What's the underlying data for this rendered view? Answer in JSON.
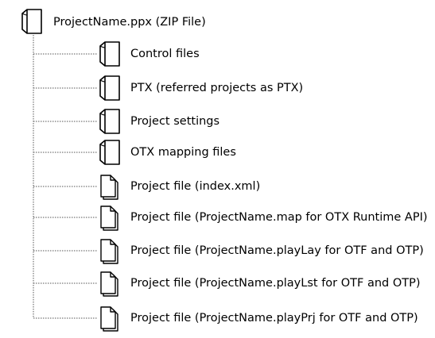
{
  "root": {
    "label": "ProjectName.ppx (ZIP File)",
    "icon": "folder-icon"
  },
  "children": [
    {
      "label": "Control files",
      "icon": "folder-icon"
    },
    {
      "label": "PTX (referred projects as PTX)",
      "icon": "folder-icon"
    },
    {
      "label": "Project settings",
      "icon": "folder-icon"
    },
    {
      "label": "OTX mapping files",
      "icon": "folder-icon"
    },
    {
      "label": "Project file (index.xml)",
      "icon": "file-icon"
    },
    {
      "label": "Project file (ProjectName.map for OTX Runtime API)",
      "icon": "file-icon"
    },
    {
      "label": "Project file (ProjectName.playLay for OTF and OTP)",
      "icon": "file-icon"
    },
    {
      "label": "Project file (ProjectName.playLst for OTF and OTP)",
      "icon": "file-icon"
    },
    {
      "label": "Project file (ProjectName.playPrj for OTF and OTP)",
      "icon": "file-icon"
    }
  ]
}
